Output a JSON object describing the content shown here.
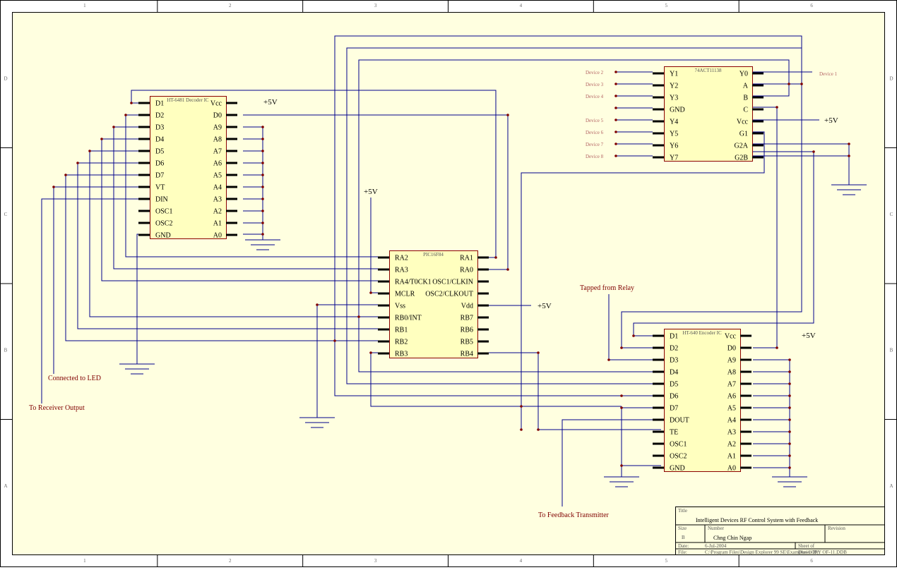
{
  "zones": {
    "columns": [
      "1",
      "2",
      "3",
      "4",
      "5",
      "6"
    ],
    "rows": [
      "D",
      "C",
      "B",
      "A"
    ]
  },
  "chips": {
    "decoder": {
      "name": "HT-6481 Decoder IC",
      "left": [
        "D1",
        "D2",
        "D3",
        "D4",
        "D5",
        "D6",
        "D7",
        "VT",
        "DIN",
        "OSC1",
        "OSC2",
        "GND"
      ],
      "right": [
        "Vcc",
        "D0",
        "A9",
        "A8",
        "A7",
        "A6",
        "A5",
        "A4",
        "A3",
        "A2",
        "A1",
        "A0"
      ]
    },
    "pic": {
      "name": "PIC16F84",
      "left": [
        "RA2",
        "RA3",
        "RA4/T0CK1",
        "MCLR",
        "Vss",
        "RB0/INT",
        "RB1",
        "RB2",
        "RB3"
      ],
      "right": [
        "RA1",
        "RA0",
        "OSC1/CLKIN",
        "OSC2/CLKOUT",
        "Vdd",
        "RB7",
        "RB6",
        "RB5",
        "RB4"
      ]
    },
    "demux": {
      "name": "74ACT11138",
      "left": [
        "Y1",
        "Y2",
        "Y3",
        "GND",
        "Y4",
        "Y5",
        "Y6",
        "Y7"
      ],
      "right": [
        "Y0",
        "A",
        "B",
        "C",
        "Vcc",
        "G1",
        "G2A",
        "G2B"
      ]
    },
    "encoder": {
      "name": "HT-640 Encoder IC",
      "left": [
        "D1",
        "D2",
        "D3",
        "D4",
        "D5",
        "D6",
        "D7",
        "DOUT",
        "TE",
        "OSC1",
        "OSC2",
        "GND"
      ],
      "right": [
        "Vcc",
        "D0",
        "A9",
        "A8",
        "A7",
        "A6",
        "A5",
        "A4",
        "A3",
        "A2",
        "A1",
        "A0"
      ]
    }
  },
  "power_labels": {
    "decoder_vcc": "+5V",
    "pic_mclr": "+5V",
    "pic_vdd": "+5V",
    "demux_vcc": "+5V",
    "encoder_vcc": "+5V"
  },
  "devices": {
    "left": [
      "Device 2",
      "Device 3",
      "Device 4",
      "Device 5",
      "Device 6",
      "Device 7",
      "Device 8"
    ],
    "right": "Device 1"
  },
  "annotations": {
    "led": "Connected to LED",
    "receiver": "To Receiver Output",
    "relay": "Tapped from Relay",
    "feedback": "To Feedback Transmitter"
  },
  "title_block": {
    "title_label": "Title",
    "title": "Intelligent Devices RF Control System with Feedback",
    "size_label": "Size",
    "size": "B",
    "number_label": "Number",
    "number": "Chng Chin Ngap",
    "revision_label": "Revision",
    "date_label": "Date:",
    "date": "6-Jul-2004",
    "sheet_label": "Sheet    of",
    "file_label": "File:",
    "file": "C:\\Program Files\\Design Explorer 99 SE\\Examples\\COPY OF-11.DDB",
    "drawn_by": "Drawn By:"
  }
}
